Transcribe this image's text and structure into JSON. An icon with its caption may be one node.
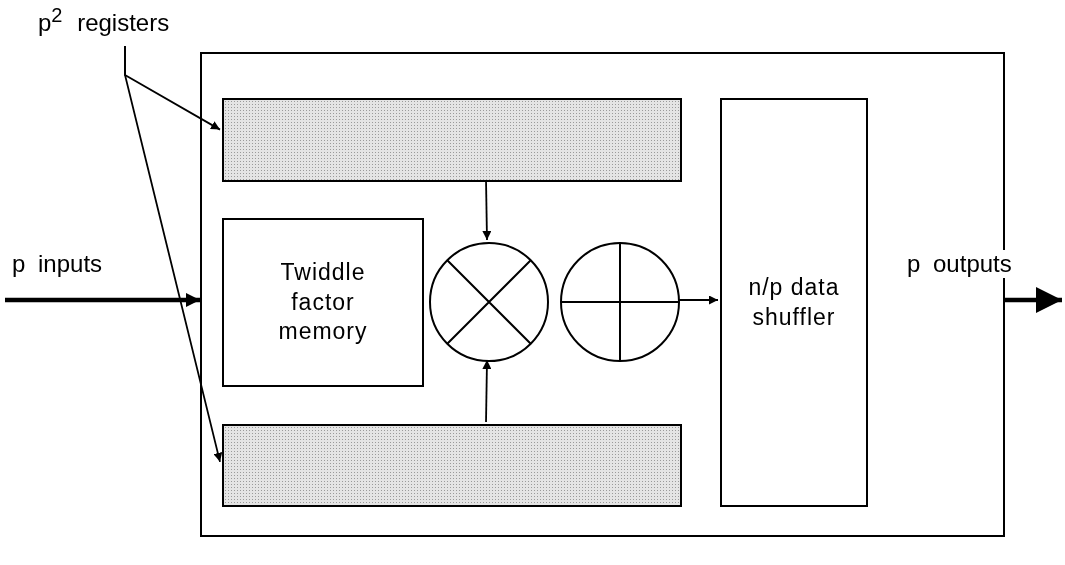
{
  "diagram": {
    "nodes": [
      {
        "text": [
          "p$^{2}$ registers"
        ]
      },
      {
        "text": [],
        "shape": "box"
      },
      {
        "text": [],
        "shape": "bar",
        "in": 1
      },
      {
        "text": [
          "Twiddle factor memory"
        ],
        "in": 1
      },
      {
        "text": [],
        "shape": "circle",
        "in": 1
      },
      {
        "text": [],
        "shape": "circle",
        "in": 1
      },
      {
        "text": [
          "n/p data shuffler"
        ],
        "in": 1
      },
      {
        "text": [],
        "shape": "bar",
        "in": 1
      }
    ],
    "edges": [
      {
        "from": 0,
        "to": 2,
        "arrow": "to"
      },
      {
        "from": 0,
        "to": 7,
        "arrow": "to"
      },
      {
        "from": null,
        "to": 1,
        "arrow": "to",
        "label": "p inputs",
        "style": "thick"
      },
      {
        "from": 2,
        "to": 4,
        "arrow": "to"
      },
      {
        "from": 7,
        "to": 4,
        "arrow": "to"
      },
      {
        "from": 5,
        "to": 6,
        "arrow": "to"
      },
      {
        "from": 1,
        "to": null,
        "arrow": "to",
        "label": "p outputs",
        "style": "thick"
      }
    ]
  }
}
